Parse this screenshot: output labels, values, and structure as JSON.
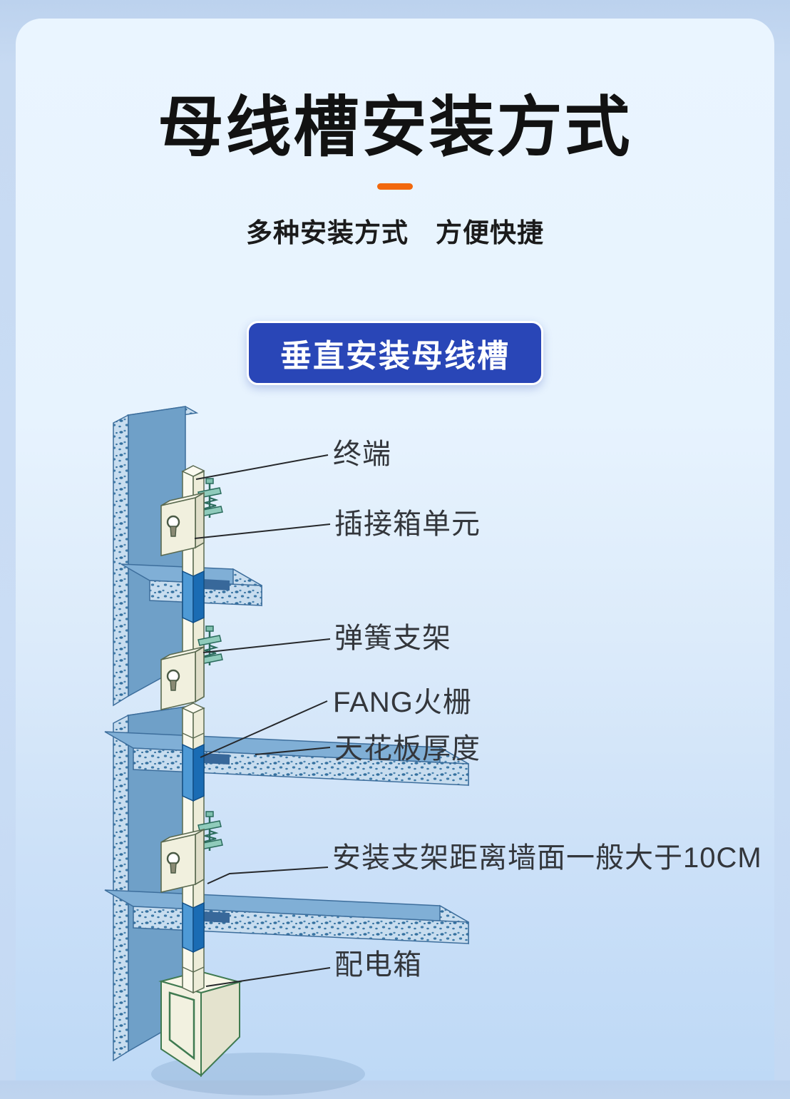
{
  "page": {
    "title": "母线槽安装方式",
    "subtitle": "多种安装方式　方便快捷",
    "section_badge": "垂直安装母线槽"
  },
  "diagram": {
    "type": "isometric-installation-diagram",
    "labels": [
      {
        "id": "terminal",
        "text": "终端"
      },
      {
        "id": "plug-in-box-unit",
        "text": "插接箱单元"
      },
      {
        "id": "spring-bracket",
        "text": "弹簧支架"
      },
      {
        "id": "fire-barrier",
        "text": "FANG火栅"
      },
      {
        "id": "ceiling-thickness",
        "text": "天花板厚度"
      },
      {
        "id": "bracket-wall-distance",
        "text": "安装支架距离墙面一般大于10CM"
      },
      {
        "id": "distribution-box",
        "text": "配电箱"
      }
    ]
  },
  "colors": {
    "accent_orange": "#F2680D",
    "badge_blue": "#2946B7",
    "busway_joint_blue": "#1A6CB4",
    "wall_blue": "#6FA0C8",
    "duct_cream": "#F1F0DE",
    "card_background": "#E7F3FE",
    "outer_background": "#C7DAF2"
  }
}
